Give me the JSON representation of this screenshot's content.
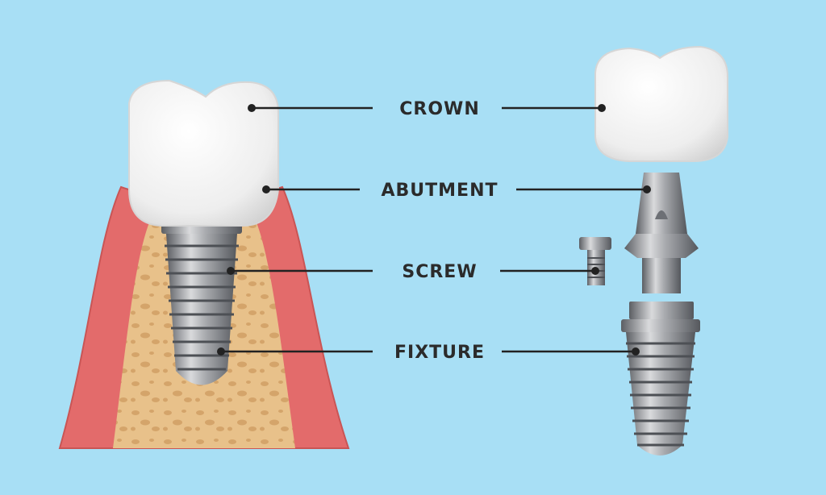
{
  "labels": {
    "crown": "CROWN",
    "abutment": "ABUTMENT",
    "screw": "SCREW",
    "fixture": "FIXTURE"
  },
  "colors": {
    "background": "#a8dff5",
    "gum": "#e36b6b",
    "bone": "#e8c18a",
    "crown": "#f2f2f2",
    "metal": "#8e9196"
  }
}
